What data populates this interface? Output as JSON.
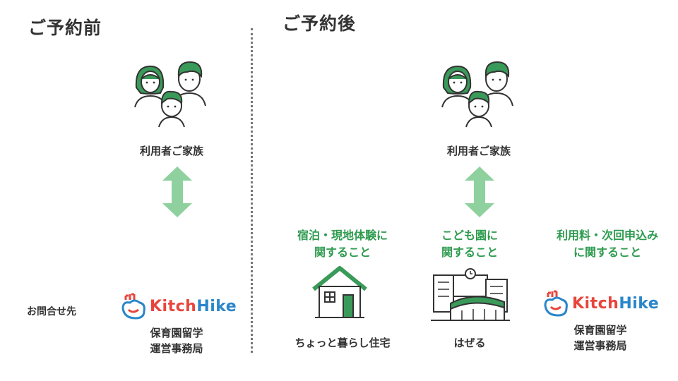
{
  "left": {
    "title": "ご予約前",
    "family_label": "利用者ご家族",
    "contact_label": "お問合せ先",
    "logo": {
      "part1": "Kitch",
      "part2": "Hike"
    },
    "org_line1": "保育園留学",
    "org_line2": "運営事務局"
  },
  "right": {
    "title": "ご予約後",
    "family_label": "利用者ご家族",
    "columns": [
      {
        "heading_line1": "宿泊・現地体験に",
        "heading_line2": "関すること",
        "name": "ちょっと暮らし住宅"
      },
      {
        "heading_line1": "こども園に",
        "heading_line2": "関すること",
        "name": "はぜる"
      },
      {
        "heading_line1": "利用料・次回申込み",
        "heading_line2": "に関すること",
        "logo": {
          "part1": "Kitch",
          "part2": "Hike"
        },
        "org_line1": "保育園留学",
        "org_line2": "運営事務局"
      }
    ]
  },
  "colors": {
    "accent_green": "#2e9b4f",
    "arrow_green": "#8fd19e",
    "kitch_red": "#e8453c",
    "hike_blue": "#2a86c9"
  }
}
